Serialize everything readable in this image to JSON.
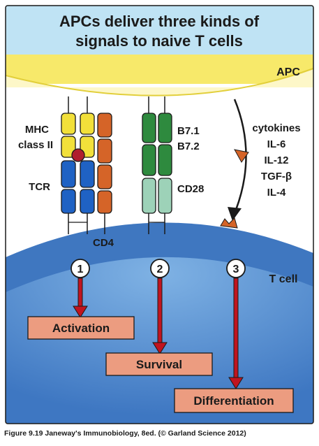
{
  "title": {
    "line1": "APCs deliver three kinds of",
    "line2": "signals to naive T cells"
  },
  "labels": {
    "apc": "APC",
    "tcell": "T cell",
    "mhc_line1": "MHC",
    "mhc_line2": "class II",
    "tcr": "TCR",
    "cd4": "CD4",
    "b71": "B7.1",
    "b72": "B7.2",
    "cd28": "CD28"
  },
  "cytokines": [
    "cytokines",
    "IL-6",
    "IL-12",
    "TGF-β",
    "IL-4"
  ],
  "signals": [
    {
      "number": "1",
      "outcome": "Activation"
    },
    {
      "number": "2",
      "outcome": "Survival"
    },
    {
      "number": "3",
      "outcome": "Differentiation"
    }
  ],
  "caption": "Figure 9.19  Janeway's Immunobiology, 8ed. (© Garland Science 2012)",
  "colors": {
    "title_bg": "#bfe3f4",
    "apc_bg": "#fdf7c8",
    "apc_membrane": "#f7e96a",
    "tcell_membrane": "#3f77c0",
    "tcell_inner": "#3a72bc",
    "mhc": "#f2e03a",
    "peptide": "#b01f2e",
    "tcr": "#1f62c4",
    "cd4": "#d56428",
    "b7": "#2e8a3e",
    "cd28": "#9dd2b8",
    "arrow": "#c0141f",
    "box": "#ec9c80"
  }
}
